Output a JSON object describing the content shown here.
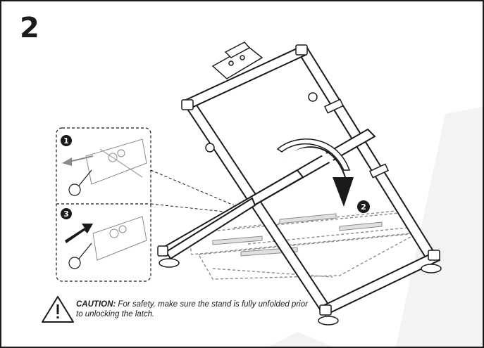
{
  "step": {
    "number": "2"
  },
  "inset_steps": {
    "top": "1",
    "bottom": "3"
  },
  "rotation_callout": "2",
  "caution": {
    "label": "CAUTION:",
    "text": " For safety, make sure the stand is fully unfolded prior to unlocking the latch."
  },
  "colors": {
    "line": "#1a1a1a",
    "watermark": "#f1f1f1",
    "faded": "#8a8a8a"
  }
}
